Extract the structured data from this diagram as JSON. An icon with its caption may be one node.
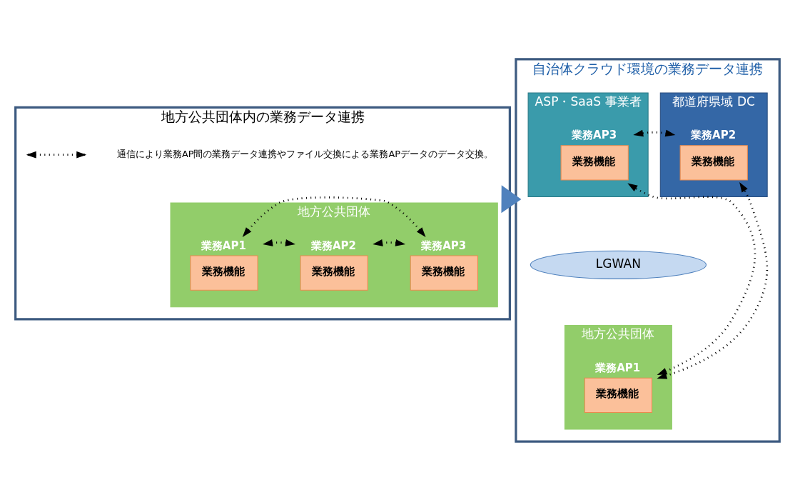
{
  "diagram": {
    "nodes": [
      {
        "text": [
          "地方公共団体内の業務データ連携"
        ]
      },
      {
        "text": [
          "地方公共団体"
        ],
        "in": 0
      },
      {
        "text": [
          "業務AP1",
          "業務機能"
        ],
        "in": 1
      },
      {
        "text": [
          "業務AP2",
          "業務機能"
        ],
        "in": 1
      },
      {
        "text": [
          "業務AP3",
          "業務機能"
        ],
        "in": 1
      },
      {
        "text": [
          "自治体クラウド環境の業務データ連携"
        ]
      },
      {
        "text": [
          "都道府県域 DC"
        ],
        "in": 5
      },
      {
        "text": [
          "業務AP2",
          "業務機能"
        ],
        "in": 6
      },
      {
        "text": [
          "ASP・SaaS 事業者"
        ],
        "in": 5
      },
      {
        "text": [
          "業務AP3",
          "業務機能"
        ],
        "in": 8
      },
      {
        "text": [
          "LGWAN"
        ],
        "in": 5
      },
      {
        "text": [
          "地方公共団体"
        ],
        "in": 5
      },
      {
        "text": [
          "業務AP1",
          "業務機能"
        ],
        "in": 11
      }
    ],
    "edges": [
      {
        "from": 2,
        "to": 3,
        "arrow": "both"
      },
      {
        "from": 3,
        "to": 4,
        "arrow": "both"
      },
      {
        "from": 2,
        "to": 4,
        "arrow": "both"
      },
      {
        "from": 0,
        "to": 5,
        "arrow": "to",
        "style": "thick",
        "color": "#4f81bd"
      },
      {
        "from": 12,
        "to": 7,
        "arrow": "both"
      },
      {
        "from": 7,
        "to": 9,
        "arrow": "both"
      },
      {
        "from": 12,
        "to": 9,
        "arrow": "both"
      }
    ],
    "legend": [
      {
        "text": "通信により業務AP間の業務データ連携やファイル交換による業務APデータのデータ交換。"
      }
    ]
  }
}
